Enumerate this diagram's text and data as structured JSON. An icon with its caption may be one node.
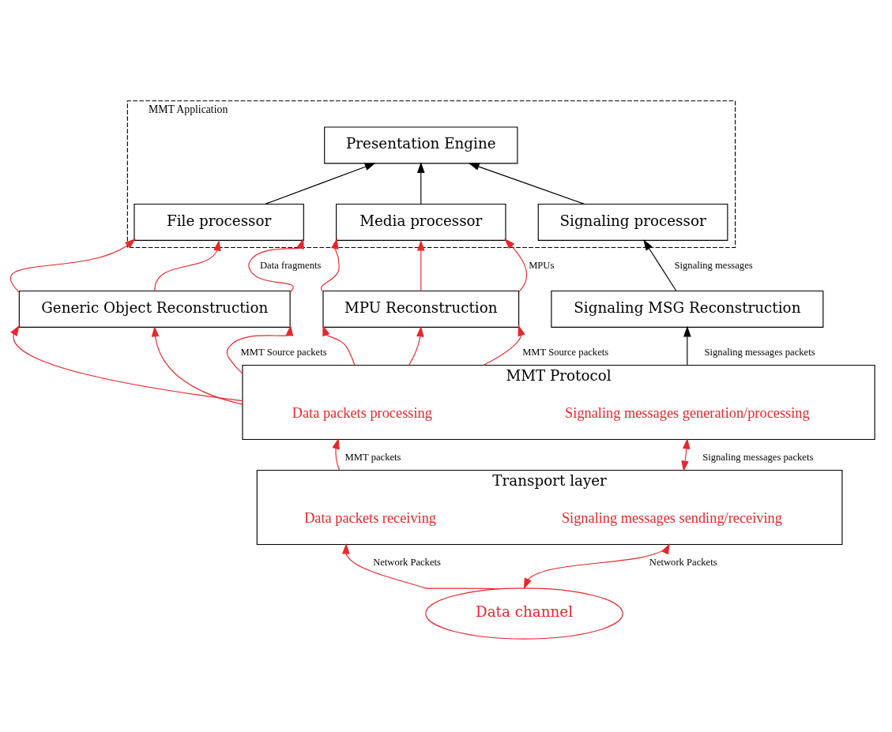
{
  "diagram": {
    "nodes": [
      {
        "text": [
          "MMT Application"
        ]
      },
      {
        "text": [
          "Presentation Engine"
        ],
        "in": 0
      },
      {
        "text": [
          "File processor"
        ],
        "in": 0
      },
      {
        "text": [
          "Media processor"
        ],
        "in": 0
      },
      {
        "text": [
          "Signaling processor"
        ],
        "in": 0
      },
      {
        "text": [
          "Generic Object Reconstruction"
        ]
      },
      {
        "text": [
          "MPU Reconstruction"
        ]
      },
      {
        "text": [
          "Signaling MSG Reconstruction"
        ]
      },
      {
        "text": [
          "MMT Protocol"
        ]
      },
      {
        "text": [
          "Data packets processing"
        ],
        "in": 8
      },
      {
        "text": [
          "Signaling messages generation/processing"
        ],
        "in": 8
      },
      {
        "text": [
          "Transport layer"
        ]
      },
      {
        "text": [
          "Data packets receiving"
        ],
        "in": 11
      },
      {
        "text": [
          "Signaling messages sending/receiving"
        ],
        "in": 11
      },
      {
        "text": [
          "Data channel"
        ]
      }
    ],
    "edges": [
      {
        "from": 2,
        "to": 1,
        "arrow": "to",
        "color": "#000000"
      },
      {
        "from": 3,
        "to": 1,
        "arrow": "to",
        "color": "#000000"
      },
      {
        "from": 4,
        "to": 1,
        "arrow": "to",
        "color": "#000000"
      },
      {
        "from": 5,
        "to": 2,
        "arrow": "to"
      },
      {
        "from": 5,
        "to": 2,
        "arrow": "to"
      },
      {
        "from": 5,
        "to": 2,
        "arrow": "to",
        "label": "Data fragments"
      },
      {
        "from": 6,
        "to": 3,
        "arrow": "to"
      },
      {
        "from": 6,
        "to": 3,
        "arrow": "to"
      },
      {
        "from": 6,
        "to": 3,
        "arrow": "to",
        "label": "MPUs"
      },
      {
        "from": 7,
        "to": 4,
        "arrow": "to",
        "label": "Signaling messages",
        "color": "#000000"
      },
      {
        "from": 8,
        "to": 5,
        "arrow": "to"
      },
      {
        "from": 8,
        "to": 5,
        "arrow": "to"
      },
      {
        "from": 8,
        "to": 5,
        "arrow": "to",
        "label": "MMT Source packets"
      },
      {
        "from": 8,
        "to": 6,
        "arrow": "to"
      },
      {
        "from": 8,
        "to": 6,
        "arrow": "to"
      },
      {
        "from": 8,
        "to": 6,
        "arrow": "to",
        "label": "MMT Source packets"
      },
      {
        "from": 8,
        "to": 7,
        "arrow": "to",
        "label": "Signaling messages packets",
        "color": "#000000"
      },
      {
        "from": 11,
        "to": 8,
        "arrow": "to",
        "label": "MMT packets"
      },
      {
        "from": 11,
        "to": 8,
        "arrow": "both",
        "label": "Signaling messages packets"
      },
      {
        "from": 14,
        "to": 11,
        "arrow": "to",
        "label": "Network Packets"
      },
      {
        "from": 14,
        "to": 11,
        "arrow": "both",
        "label": "Network Packets"
      }
    ]
  }
}
